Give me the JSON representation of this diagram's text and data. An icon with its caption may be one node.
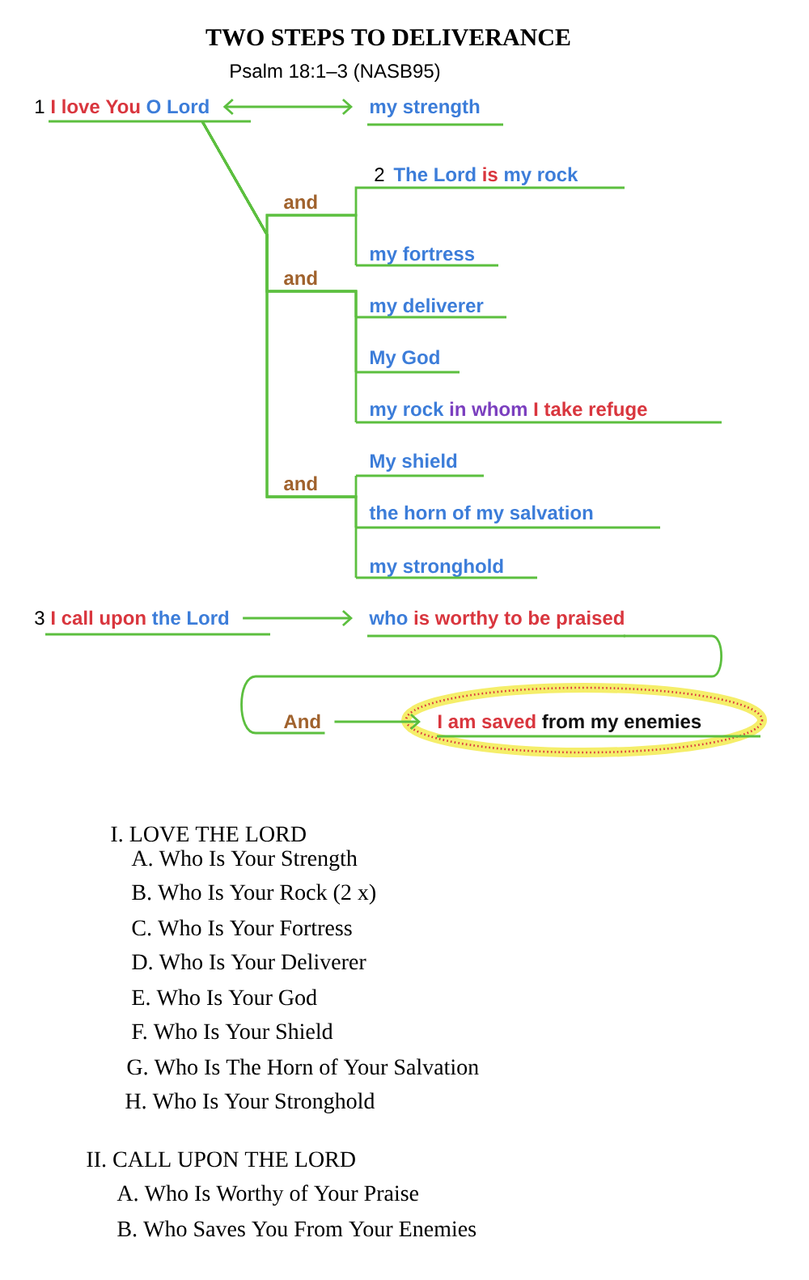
{
  "diagram": {
    "title": "TWO STEPS TO DELIVERANCE",
    "nodes": [
      {
        "text": [
          "I love You",
          "O Lord"
        ],
        "beside": [
          "1"
        ]
      },
      {
        "text": [
          "my strength"
        ]
      },
      {
        "text": [
          "The Lord",
          "is",
          "my rock"
        ],
        "beside": [
          "2"
        ]
      },
      {
        "text": [
          "my fortress"
        ]
      },
      {
        "text": [
          "my deliverer"
        ]
      },
      {
        "text": [
          "My God"
        ]
      },
      {
        "text": [
          "my rock",
          "in whom",
          "I take refuge"
        ]
      },
      {
        "text": [
          "My shield"
        ]
      },
      {
        "text": [
          "the horn of my salvation"
        ]
      },
      {
        "text": [
          "my stronghold"
        ]
      },
      {
        "text": [
          "I call upon",
          "the Lord"
        ],
        "beside": [
          "3"
        ]
      },
      {
        "text": [
          "who",
          "is worthy to be praised"
        ]
      },
      {
        "text": [
          "And"
        ]
      },
      {
        "text": [
          "I am saved",
          "from my enemies"
        ]
      }
    ],
    "edges": [
      {
        "from": 0,
        "to": 1,
        "arrow": "both"
      },
      {
        "from": 0,
        "to": 2,
        "arrow": "none"
      },
      {
        "from": 0,
        "to": 3,
        "arrow": "none"
      },
      {
        "from": 0,
        "to": 4,
        "arrow": "none"
      },
      {
        "from": 0,
        "to": 5,
        "arrow": "none"
      },
      {
        "from": 0,
        "to": 6,
        "arrow": "none"
      },
      {
        "from": 0,
        "to": 7,
        "arrow": "none"
      },
      {
        "from": 0,
        "to": 8,
        "arrow": "none"
      },
      {
        "from": 0,
        "to": 9,
        "arrow": "none"
      },
      {
        "from": 10,
        "to": 11,
        "arrow": "to"
      },
      {
        "from": 11,
        "to": 12,
        "arrow": "none"
      },
      {
        "from": 12,
        "to": 13,
        "arrow": "to"
      }
    ],
    "labels": [
      "Psalm 18:1–3 (NASB95)",
      "and",
      "and",
      "and",
      "I. LOVE THE LORD",
      "A. Who Is Your Strength",
      "B. Who Is Your Rock (2 x)",
      "C. Who Is Your Fortress",
      "D. Who Is Your Deliverer",
      "E. Who Is Your God",
      "F. Who Is Your Shield",
      "G. Who Is The Horn of Your Salvation",
      "H.  Who Is Your Stronghold",
      "II.  CALL UPON THE LORD",
      "A. Who Is Worthy of Your Praise",
      "B. Who Saves You From Your Enemies"
    ]
  }
}
